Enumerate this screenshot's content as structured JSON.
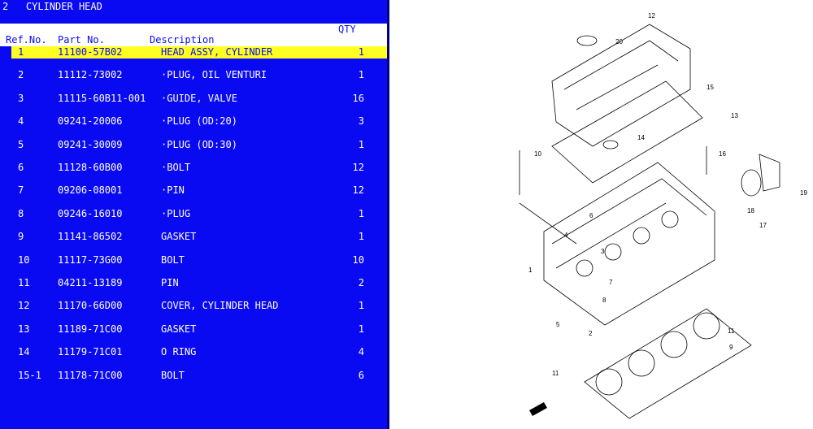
{
  "header": {
    "section_no": "2",
    "section_title": "CYLINDER HEAD"
  },
  "columns": {
    "ref": "Ref.No.",
    "part": "Part No.",
    "desc": "Description",
    "qty": "QTY"
  },
  "parts": [
    {
      "ref": "1",
      "part": "11100-57B02",
      "desc": "HEAD ASSY, CYLINDER",
      "qty": "1"
    },
    {
      "ref": "2",
      "part": "11112-73002",
      "desc": "·PLUG, OIL VENTURI",
      "qty": "1"
    },
    {
      "ref": "3",
      "part": "11115-60B11-001",
      "desc": "·GUIDE, VALVE",
      "qty": "16"
    },
    {
      "ref": "4",
      "part": "09241-20006",
      "desc": "·PLUG (OD:20)",
      "qty": "3"
    },
    {
      "ref": "5",
      "part": "09241-30009",
      "desc": "·PLUG (OD:30)",
      "qty": "1"
    },
    {
      "ref": "6",
      "part": "11128-60B00",
      "desc": "·BOLT",
      "qty": "12"
    },
    {
      "ref": "7",
      "part": "09206-08001",
      "desc": "·PIN",
      "qty": "12"
    },
    {
      "ref": "8",
      "part": "09246-16010",
      "desc": "·PLUG",
      "qty": "1"
    },
    {
      "ref": "9",
      "part": "11141-86502",
      "desc": "GASKET",
      "qty": "1"
    },
    {
      "ref": "10",
      "part": "11117-73G00",
      "desc": "BOLT",
      "qty": "10"
    },
    {
      "ref": "11",
      "part": "04211-13189",
      "desc": "PIN",
      "qty": "2"
    },
    {
      "ref": "12",
      "part": "11170-66D00",
      "desc": "COVER, CYLINDER HEAD",
      "qty": "1"
    },
    {
      "ref": "13",
      "part": "11189-71C00",
      "desc": "GASKET",
      "qty": "1"
    },
    {
      "ref": "14",
      "part": "11179-71C01",
      "desc": "O RING",
      "qty": "4"
    },
    {
      "ref": "15-1",
      "part": "11178-71C00",
      "desc": "BOLT",
      "qty": "6"
    }
  ],
  "selected_index": 0,
  "diagram": {
    "callouts": [
      "12",
      "20",
      "15",
      "13",
      "14",
      "10",
      "16",
      "19",
      "18",
      "17",
      "6",
      "1",
      "3",
      "4",
      "7",
      "8",
      "5",
      "2",
      "11",
      "9",
      "11"
    ]
  }
}
